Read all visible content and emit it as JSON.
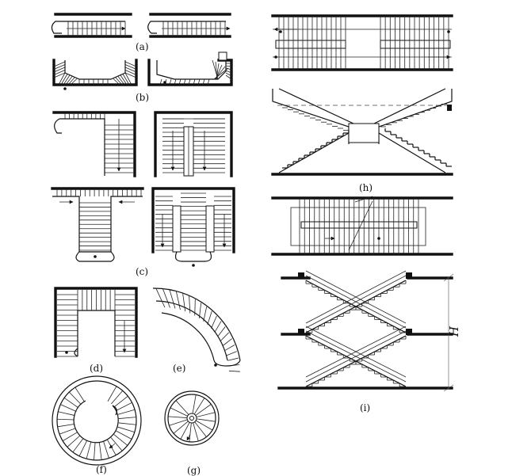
{
  "figure": {
    "captions": {
      "a": "(a)",
      "b": "(b)",
      "c": "(c)",
      "d": "(d)",
      "e": "(e)",
      "f": "(f)",
      "g": "(g)",
      "h": "(h)",
      "i": "(i)"
    },
    "height_symbol": "H"
  }
}
